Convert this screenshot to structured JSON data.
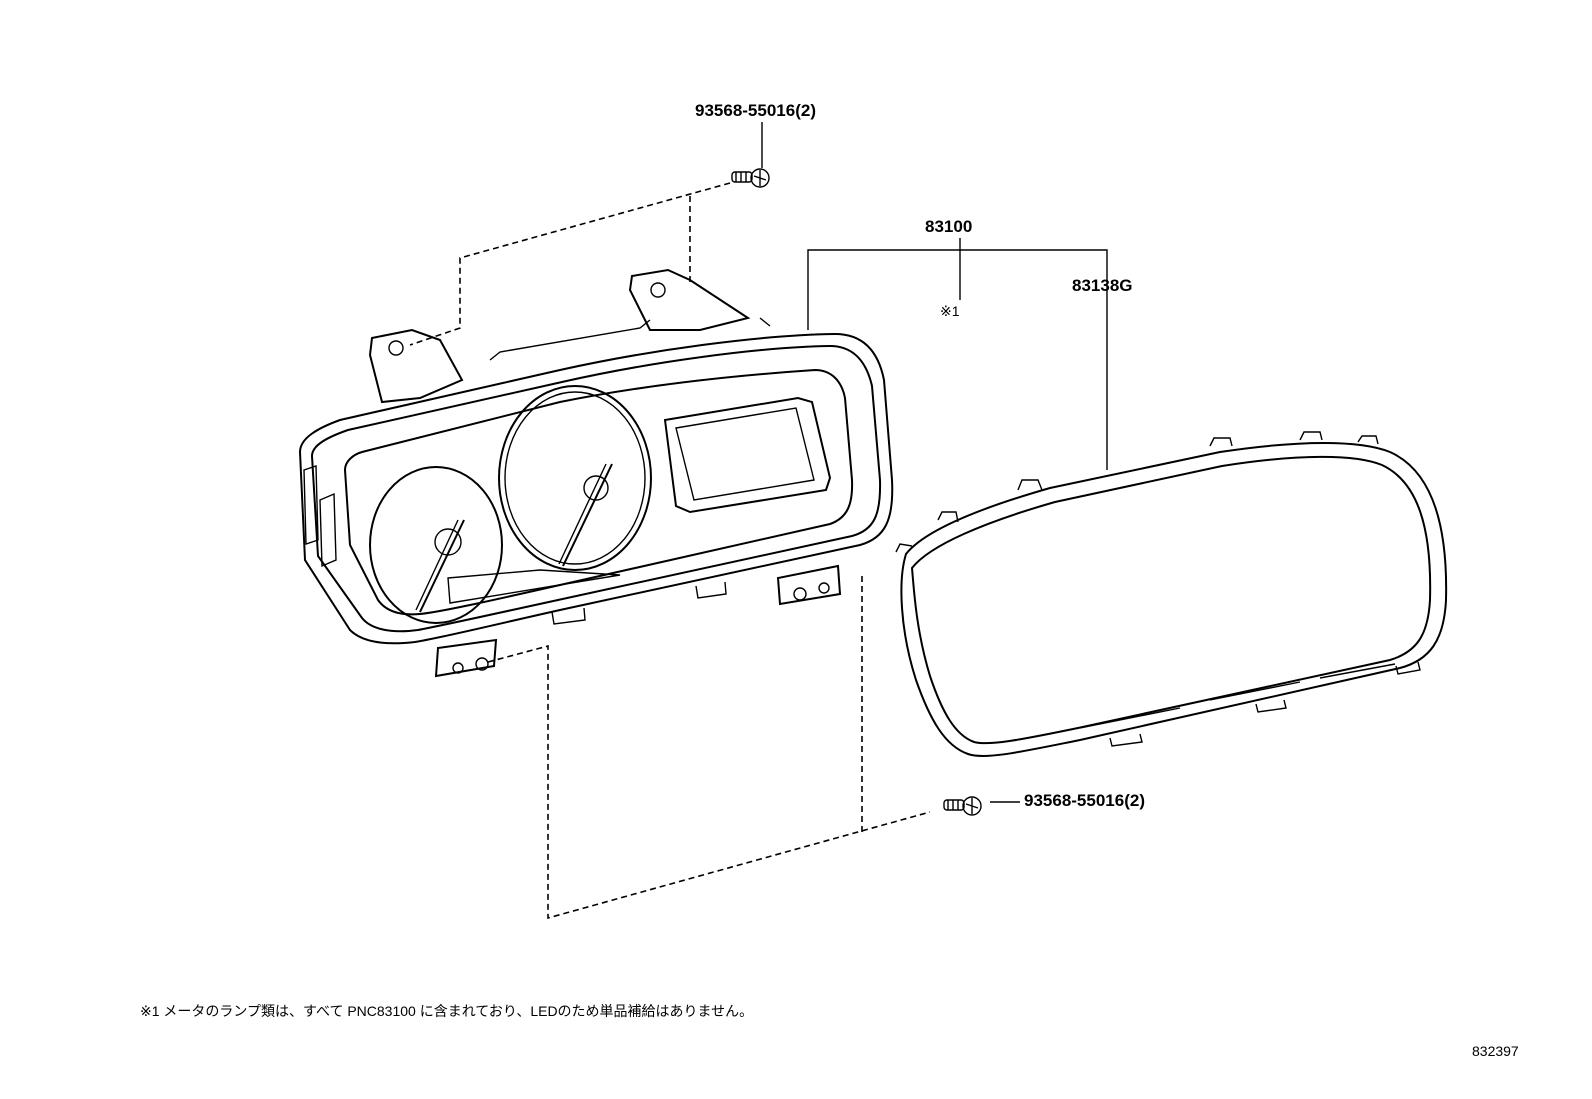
{
  "diagram": {
    "callouts": {
      "screw_top": "93568-55016(2)",
      "screw_bottom": "93568-55016(2)",
      "meter_assembly": "83100",
      "glass_cover": "83138G",
      "note_marker": "※1"
    },
    "footnote": "※1 メータのランプ類は、すべて PNC83100 に含まれており、LEDのため単品補給はありません。",
    "illustration_number": "832397"
  }
}
